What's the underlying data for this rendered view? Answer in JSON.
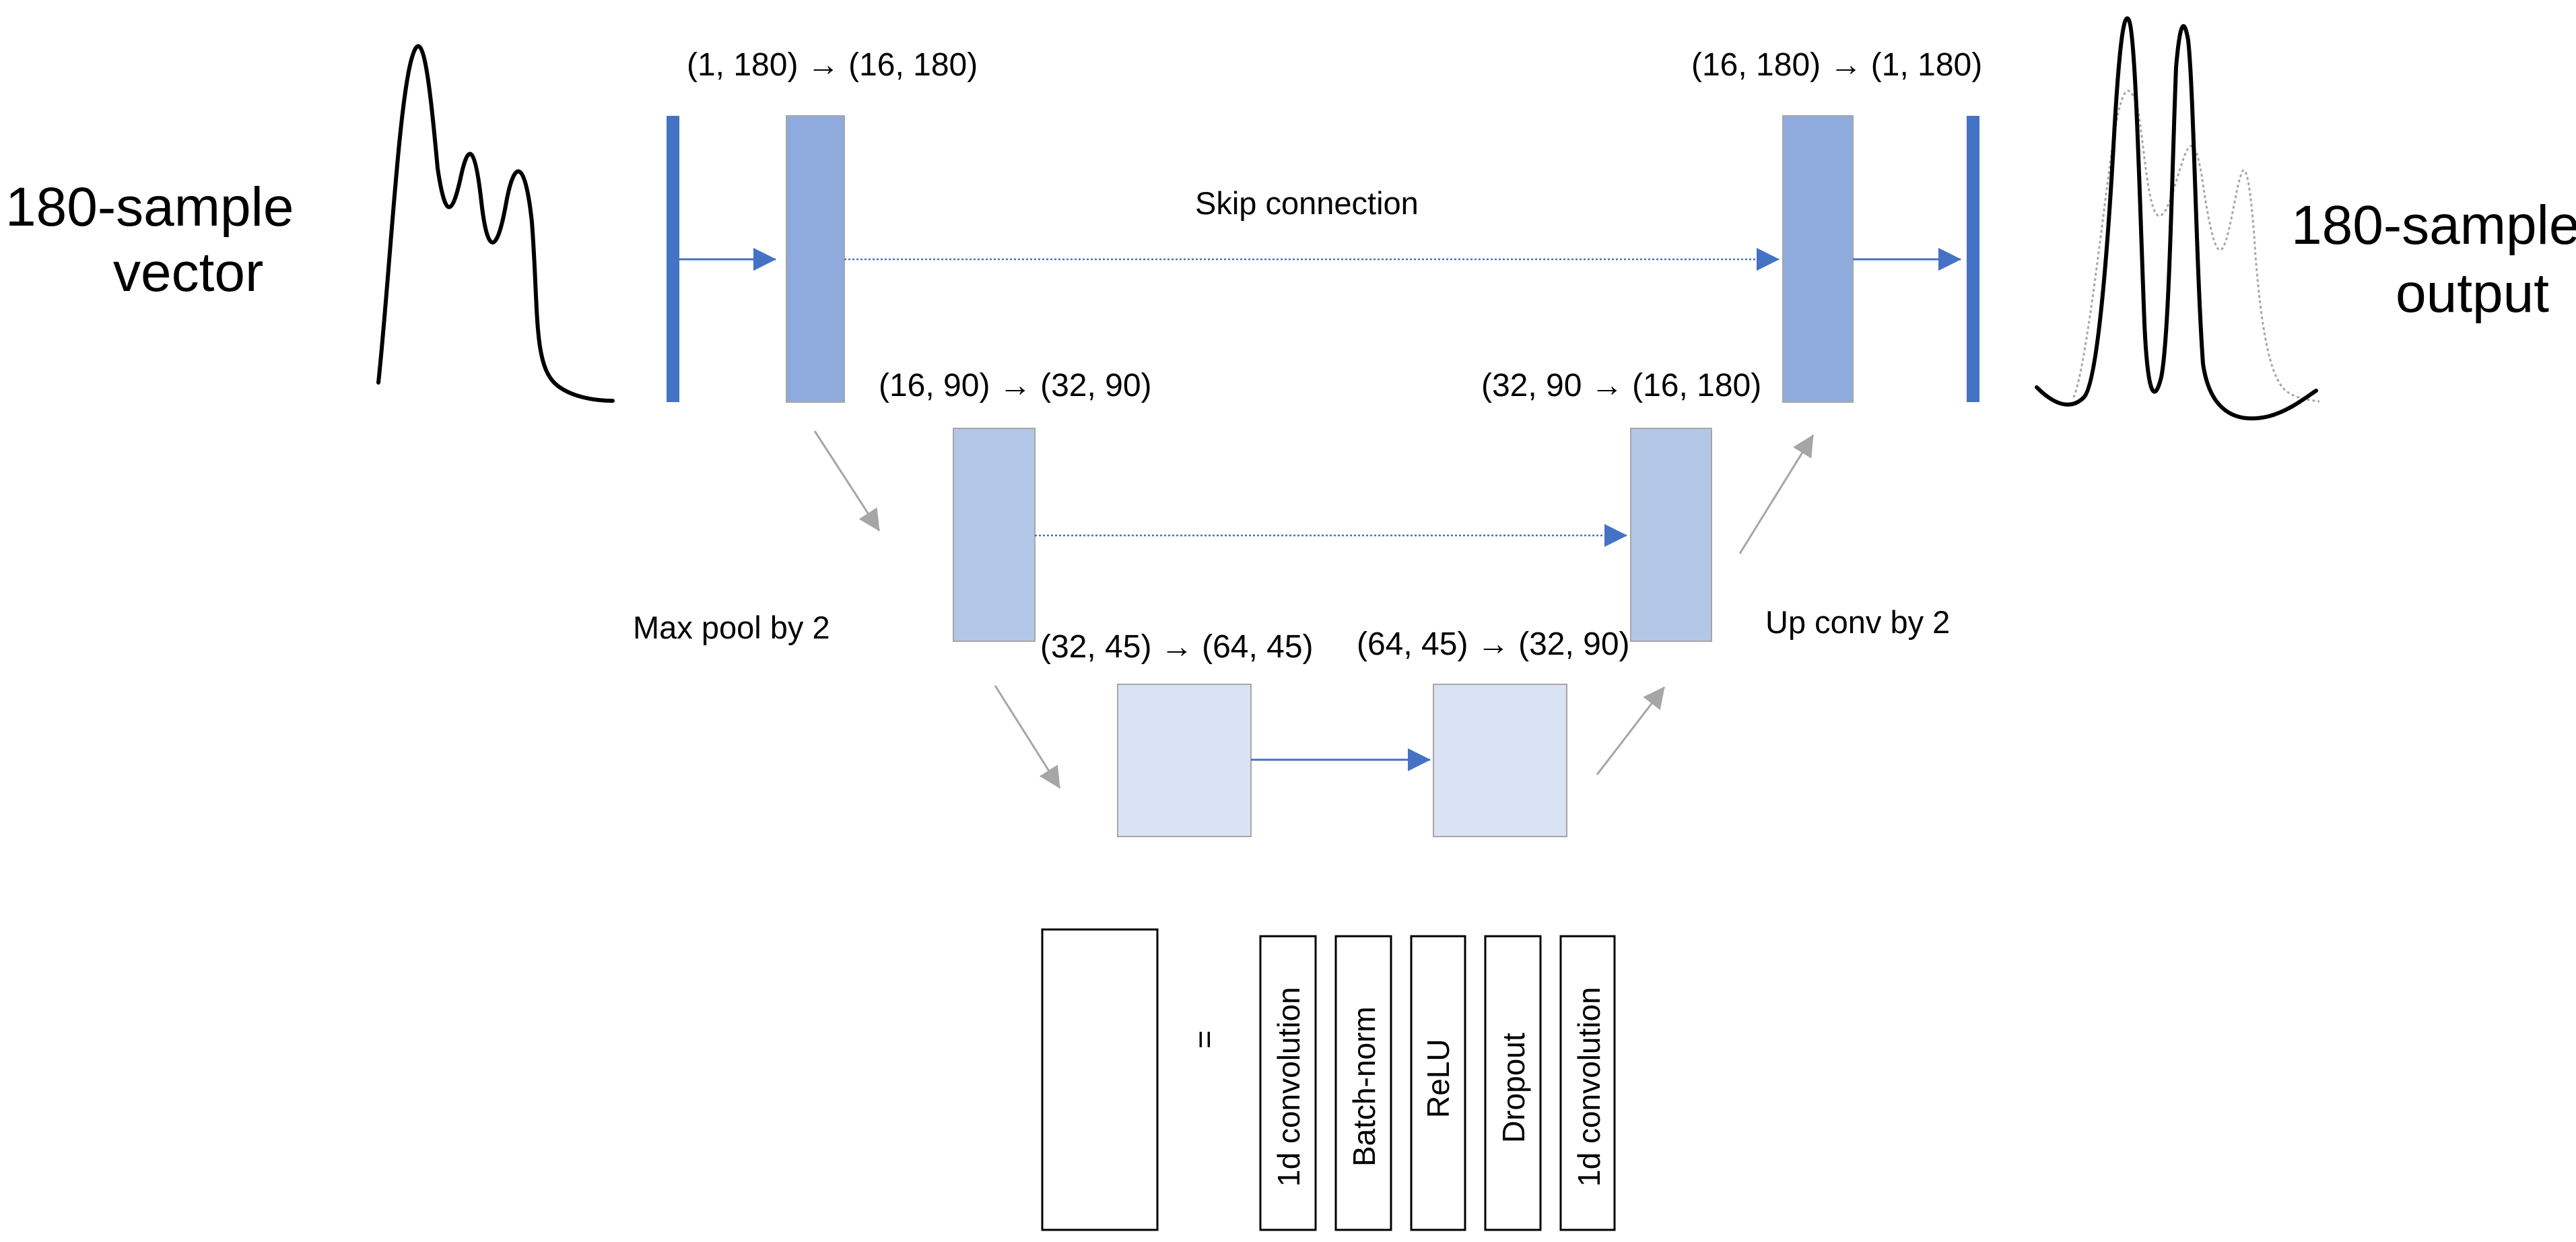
{
  "input_label": [
    "180-sample",
    "vector"
  ],
  "output_label": [
    "180-sample",
    "output"
  ],
  "encoder_dims": {
    "level1": "(1, 180) → (16, 180)",
    "level2": "(16, 90) → (32, 90)",
    "bottleneck_in": "(32, 45) → (64, 45)"
  },
  "decoder_dims": {
    "bottleneck_out": "(64, 45) → (32, 90)",
    "level2": "(32, 90 → (16, 180)",
    "level1": "(16, 180) → (1, 180)"
  },
  "annotations": {
    "skip_connection": "Skip connection",
    "max_pool": "Max pool by 2",
    "up_conv": "Up conv by 2",
    "equals": "="
  },
  "block_legend": [
    "1d convolution",
    "Batch-norm",
    "ReLU",
    "Dropout",
    "1d convolution"
  ],
  "colors": {
    "io_bar": "#4472C4",
    "level1_block": "#8FAADC",
    "level2_block": "#B4C7E7",
    "bottleneck_block": "#DAE3F3",
    "block_border": "#A6A6A6",
    "arrow_blue": "#4472C4",
    "arrow_gray": "#A6A6A6",
    "signal": "#000000"
  }
}
